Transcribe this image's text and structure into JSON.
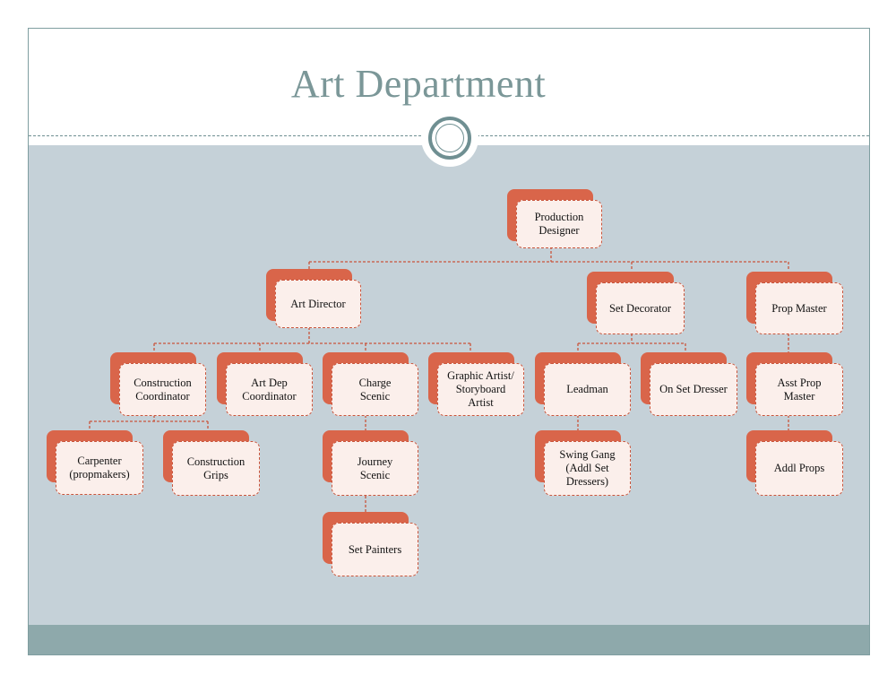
{
  "slide": {
    "title": "Art Department"
  },
  "colors": {
    "background": "#c5d1d8",
    "accent": "#d9654a",
    "box_fill": "#fbefeb",
    "connector": "#c9553c",
    "title": "#7b9798",
    "footer": "#8ea9ab"
  },
  "org_chart": {
    "production_designer": "Production\nDesigner",
    "art_director": "Art Director",
    "set_decorator": "Set Decorator",
    "prop_master": "Prop Master",
    "construction_coordinator": "Construction\nCoordinator",
    "art_dep_coordinator": "Art Dep\nCoordinator",
    "charge_scenic": "Charge\nScenic",
    "graphic_artist": "Graphic Artist/\nStoryboard\nArtist",
    "leadman": "Leadman",
    "on_set_dresser": "On Set Dresser",
    "asst_prop_master": "Asst Prop\nMaster",
    "carpenter": "Carpenter\n(propmakers)",
    "construction_grips": "Construction\nGrips",
    "journey_scenic": "Journey\nScenic",
    "set_painters": "Set Painters",
    "swing_gang": "Swing Gang\n(Addl Set\nDressers)",
    "addl_props": "Addl Props"
  }
}
